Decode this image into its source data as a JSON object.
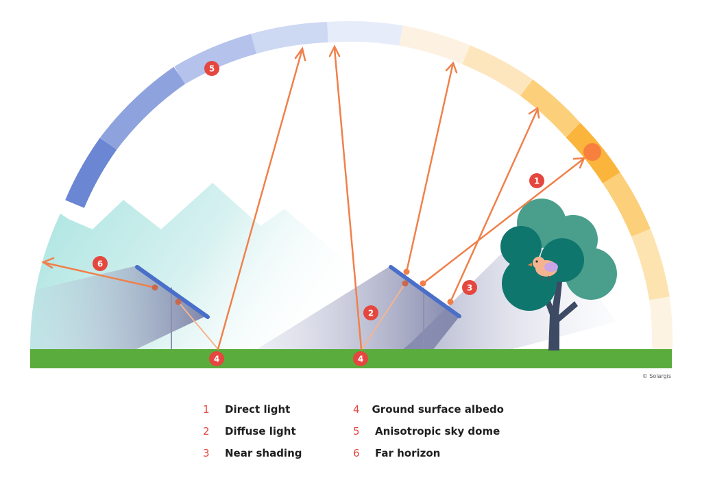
{
  "markers": {
    "direct": "1",
    "diffuse": "2",
    "near_shading": "3",
    "albedo_a": "4",
    "albedo_b": "4",
    "sky_dome": "5",
    "far_horizon": "6"
  },
  "copyright": "© Solargis",
  "legend": [
    {
      "num": "1",
      "label": "Direct light"
    },
    {
      "num": "2",
      "label": "Diffuse light"
    },
    {
      "num": "3",
      "label": "Near shading"
    },
    {
      "num": "4",
      "label": "Ground surface albedo"
    },
    {
      "num": "5",
      "label": "Anisotropic sky dome"
    },
    {
      "num": "6",
      "label": "Far horizon"
    }
  ],
  "colors": {
    "ray": "#f0804a",
    "badge": "#e4473f",
    "ground": "#5aac3c",
    "panel": "#4a6fc9",
    "sun": "#f7803f",
    "tree_dark": "#0f766e",
    "tree_light": "#4a9e8c",
    "trunk": "#3d4a63"
  }
}
